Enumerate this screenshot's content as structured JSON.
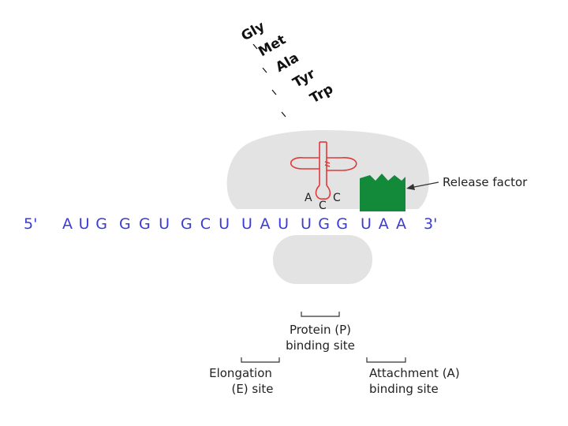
{
  "peptide_chain": [
    "Gly",
    "Met",
    "Ala",
    "Tyr",
    "Trp"
  ],
  "mrna": {
    "five_prime": "5'",
    "codons": [
      "AUG",
      "GGU",
      "GCU",
      "UAU",
      "UGG",
      "UAA"
    ],
    "three_prime": "3'"
  },
  "anticodon": {
    "left": "A",
    "middle": "C",
    "right": "C"
  },
  "labels": {
    "release_factor": "Release factor",
    "p_site": [
      "Protein (P)",
      "binding site"
    ],
    "e_site": [
      "Elongation",
      "(E) site"
    ],
    "a_site": [
      "Attachment (A)",
      "binding site"
    ]
  },
  "colors": {
    "ribosome": "#e3e3e3",
    "trna": "#e03a3a",
    "release_factor": "#138a3a",
    "mrna": "#3a3ad6"
  }
}
